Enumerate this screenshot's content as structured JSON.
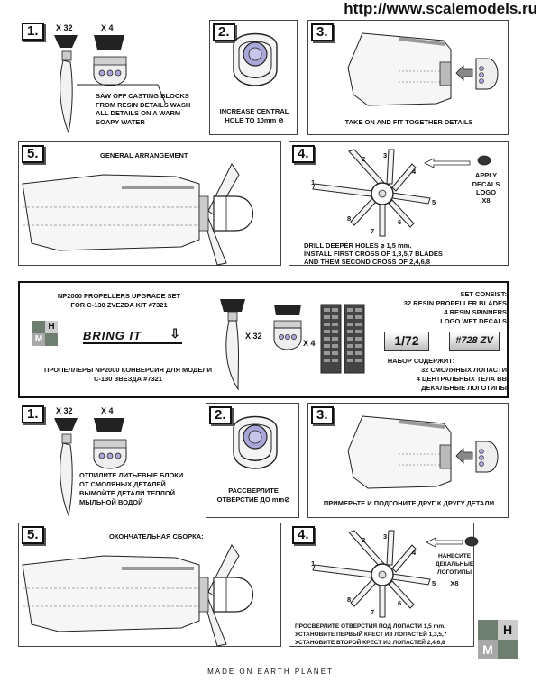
{
  "watermark": "http://www.scalemodels.ru",
  "en": {
    "step1": {
      "num": "1.",
      "qty_blades": "X 32",
      "qty_spinners": "X 4",
      "text": "SAW OFF CASTING BLOCKS FROM RESIN DETAILS WASH ALL DETAILS ON A WARM SOAPY WATER"
    },
    "step2": {
      "num": "2.",
      "text_line1": "INCREASE CENTRAL",
      "text_line2": "HOLE  TO 10mm"
    },
    "step3": {
      "num": "3.",
      "text": "TAKE ON AND FIT TOGETHER DETAILS"
    },
    "step5": {
      "num": "5.",
      "text": "GENERAL ARRANGEMENT"
    },
    "step4": {
      "num": "4.",
      "decals_text": "APPLY DECALS LOGO",
      "decals_qty": "X8",
      "line1": "DRILL DEEPER HOLES ⌀ 1,5 mm.",
      "line2": "INSTALL FIRST CROSS OF 1,3,5,7 BLADES",
      "line3": "AND THEM SECOND CROSS OF 2,4,6,8"
    }
  },
  "center": {
    "title_line1": "NP2000 PROPELLERS UPGRADE SET",
    "title_line2": "FOR C-130 ZVEZDA KIT #7321",
    "brand_text": "BRING IT",
    "ru_line1": "ПРОПЕЛЛЕРЫ NP2000 КОНВЕРСИЯ ДЛЯ МОДЕЛИ",
    "ru_line2": "С-130 ЗВЕЗДА #7321",
    "qty_blades": "X 32",
    "qty_spinners": "X 4",
    "set_consist": "SET CONSIST:",
    "set_line1": "32 RESIN PROPELLER BLADES",
    "set_line2": "4 RESIN SPINNERS",
    "set_line3": "LOGO WET DECALS",
    "scale": "1/72",
    "code": "#728 ZV",
    "ru_set_title": "НАБОР СОДЕРЖИТ:",
    "ru_set_line1": "32 СМОЛЯНЫХ ЛОПАСТИ",
    "ru_set_line2": "4 ЦЕНТРАЛЬНЫХ ТЕЛА ВВ",
    "ru_set_line3": "ДЕКАЛЬНЫЕ ЛОГОТИПЫ"
  },
  "ru": {
    "step1": {
      "num": "1.",
      "qty_blades": "X 32",
      "qty_spinners": "X 4",
      "line1": "ОТПИЛИТЕ ЛИТЬЕВЫЕ БЛОКИ",
      "line2": "ОТ СМОЛЯНЫХ ДЕТАЛЕЙ",
      "line3": "ВЫМОЙТЕ ДЕТАЛИ ТЕПЛОЙ",
      "line4": "МЫЛЬНОЙ ВОДОЙ"
    },
    "step2": {
      "num": "2.",
      "line1": "РАССВЕРЛИТЕ",
      "line2": "ОТВЕРСТИЕ ДО",
      "unit": "mm"
    },
    "step3": {
      "num": "3.",
      "text": "ПРИМЕРЬТЕ И ПОДГОНИТЕ ДРУГ К ДРУГУ ДЕТАЛИ"
    },
    "step5": {
      "num": "5.",
      "text": "ОКОНЧАТЕЛЬНАЯ СБОРКА:"
    },
    "step4": {
      "num": "4.",
      "decals_line1": "НАНЕСИТЕ",
      "decals_line2": "ДЕКАЛЬНЫЕ",
      "decals_line3": "ЛОГОТИПЫ",
      "decals_qty": "X8",
      "line1": "ПРОСВЕРЛИТЕ ОТВЕРСТИЯ ПОД ЛОПАСТИ 1,5 mm.",
      "line2": "УСТАНОВИТЕ ПЕРВЫЙ КРЕСТ ИЗ ЛОПАСТЕЙ 1,3,5,7",
      "line3": "УСТАНОВИТЕ ВТОРОЙ КРЕСТ ИЗ ЛОПАСТЕЙ 2,4,6,8"
    }
  },
  "blade_numbers": [
    "1",
    "2",
    "3",
    "4",
    "5",
    "6",
    "7",
    "8"
  ],
  "logo_letters": {
    "h": "H",
    "m": "M"
  },
  "footer": "MADE ON EARTH PLANET",
  "colors": {
    "spinner": "#a9a6d8",
    "line": "#222222",
    "shade": "#999999",
    "brand_green": "#6e7f72"
  }
}
